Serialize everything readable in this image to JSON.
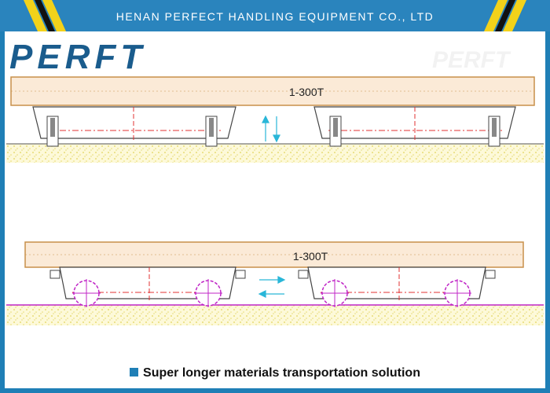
{
  "header": {
    "title": "HENAN PERFECT HANDLING EQUIPMENT CO., LTD",
    "accent_color": "#2a84bd"
  },
  "logo": {
    "text": "PERFT",
    "color": "#1a5c8d"
  },
  "diagrams": {
    "top": {
      "load_label": "1-300T",
      "arrow_direction": "vertical"
    },
    "bottom": {
      "load_label": "1-300T",
      "arrow_direction": "horizontal"
    }
  },
  "caption": {
    "text": "Super longer materials transportation solution"
  },
  "colors": {
    "load_fill": "#fbead7",
    "load_stroke": "#c8904a",
    "ground": "#f3ea9a",
    "centerline": "#e03030",
    "wheel": "#c026c7",
    "arrow": "#29b6d8",
    "rail": "#c026c7"
  }
}
